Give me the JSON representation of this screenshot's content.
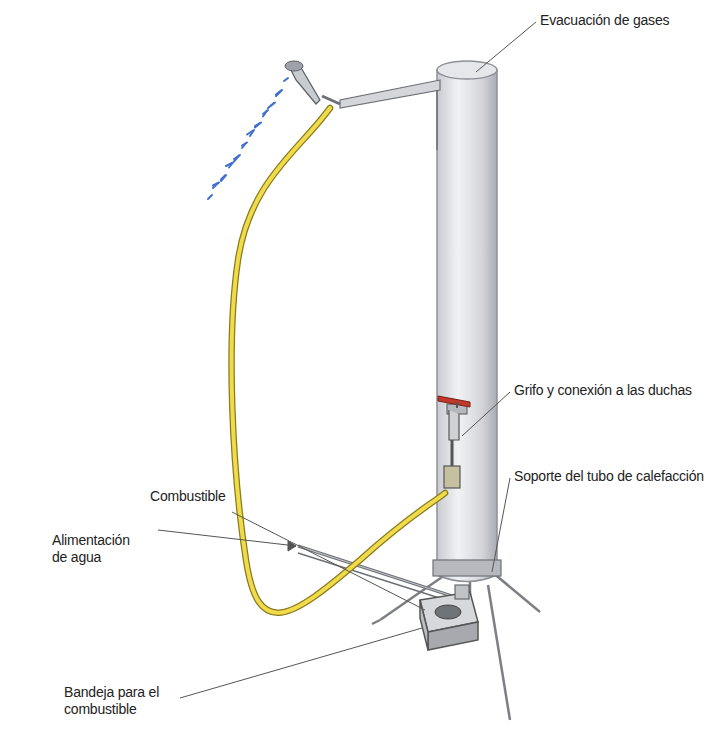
{
  "diagram": {
    "labels": [
      "Evacuación de gases",
      "Grifo y conexión a las duchas",
      "Soporte del tubo de calefacción",
      "Combustible",
      "Alimentación de agua",
      "Bandeja para el combustible"
    ]
  }
}
